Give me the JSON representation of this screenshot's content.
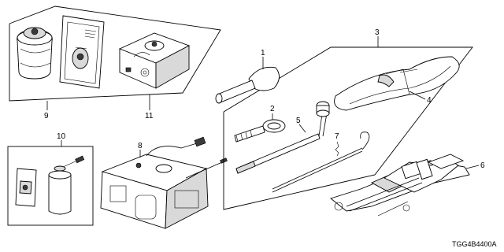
{
  "diagram_code": "TGG4B4400A",
  "callouts": [
    {
      "id": "1",
      "text": "1"
    },
    {
      "id": "2",
      "text": "2"
    },
    {
      "id": "3",
      "text": "3"
    },
    {
      "id": "4",
      "text": "4"
    },
    {
      "id": "5",
      "text": "5"
    },
    {
      "id": "6",
      "text": "6"
    },
    {
      "id": "7",
      "text": "7"
    },
    {
      "id": "8",
      "text": "8"
    },
    {
      "id": "9",
      "text": "9"
    },
    {
      "id": "10",
      "text": "10"
    },
    {
      "id": "11",
      "text": "11"
    }
  ]
}
